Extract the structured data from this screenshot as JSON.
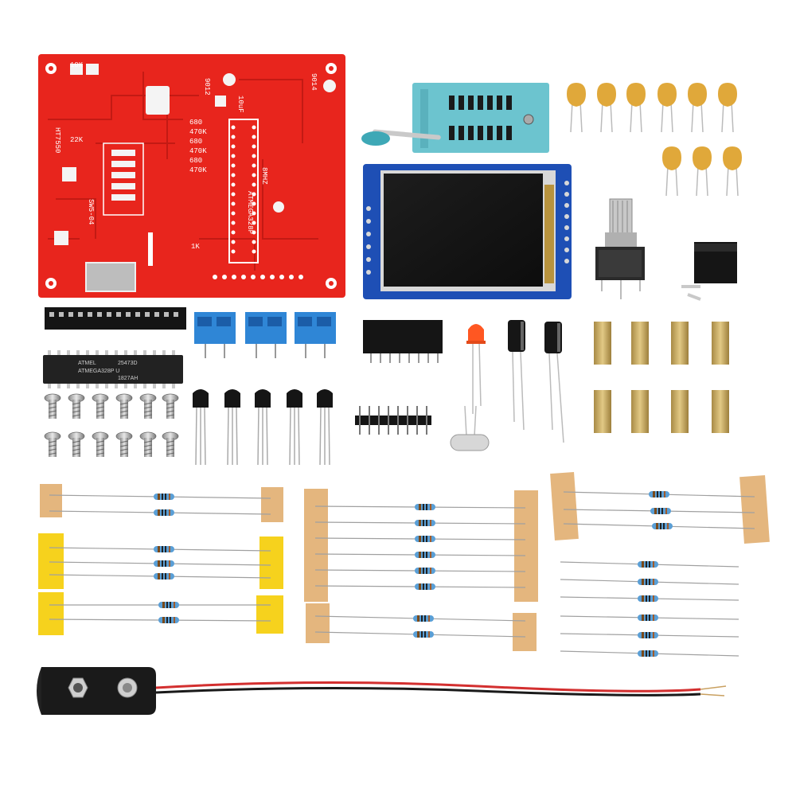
{
  "pcb": {
    "mcu_label": "ATMEGA328P",
    "resistor_labels": [
      "680",
      "470K",
      "680",
      "470K",
      "680",
      "470K"
    ],
    "r_10k": "10K",
    "r_22k": "22K",
    "crystal_label": "8MHZ",
    "regulator_label": "HT7550",
    "switch_label": "SW5-04",
    "t_9012": "9012",
    "t_9014": "9014",
    "c_10uf": "10uF",
    "p_1k": "1K"
  },
  "mcu_chip": {
    "brand": "ATMEL",
    "part": "ATMEGA328P U",
    "code": "1827AH",
    "date": "25473D"
  },
  "colors": {
    "pcb": "#e8251d",
    "display_board": "#1e4fb5",
    "zif_socket": "#6cc4cf",
    "capacitor": "#e0a83a",
    "terminal_block": "#2f86d6",
    "brass_standoff": "#c6a763",
    "tape_yellow": "#f6d21d",
    "tape_kraft": "#e4b67e"
  },
  "icons": [
    "zif-socket-icon",
    "tft-display-icon",
    "rotary-encoder-icon",
    "dc-jack-icon",
    "battery-clip-icon",
    "resistor-icon",
    "capacitor-icon",
    "transistor-icon",
    "led-icon",
    "crystal-icon",
    "screw-icon",
    "standoff-icon"
  ]
}
